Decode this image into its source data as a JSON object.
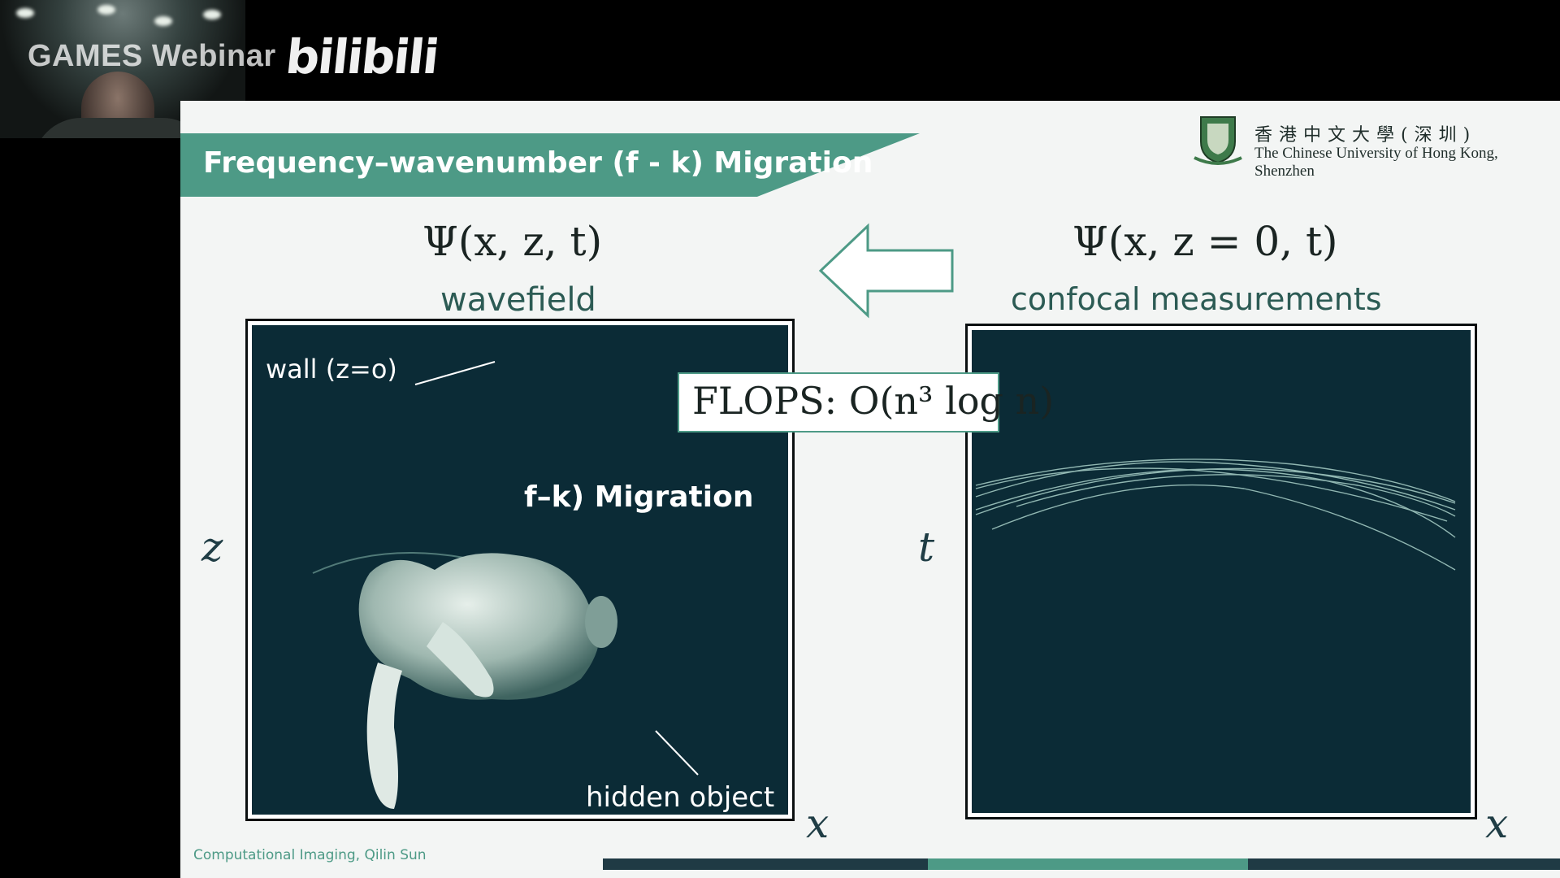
{
  "overlay": {
    "games_label": "GAMES Webinar",
    "bilibili_logo": "bilibili"
  },
  "slide": {
    "title": "Frequency–wavenumber (f - k) Migration",
    "university_cn": "香港中文大學(深圳)",
    "university_en": "The Chinese University of Hong Kong, Shenzhen",
    "formula_left": "Ψ(x, z, t)",
    "formula_right": "Ψ(x, z = 0, t)",
    "caption_left": "wavefield",
    "caption_right": "confocal measurements",
    "flops": "FLOPS: O(n³ log n)",
    "panel_left": {
      "wall_label": "wall (z=o)",
      "overlay_text": "f–k) Migration",
      "hidden_label": "hidden object"
    },
    "axes": {
      "left_vertical": "z",
      "left_horizontal": "x",
      "right_vertical": "t",
      "right_horizontal": "x"
    },
    "footer": "Computational Imaging, Qilin Sun",
    "colors": {
      "accent": "#4d9a86",
      "panel_bg": "#0b2b36",
      "footer_bar": [
        "#1f3a44",
        "#4d9a86",
        "#1f3a44"
      ]
    }
  }
}
